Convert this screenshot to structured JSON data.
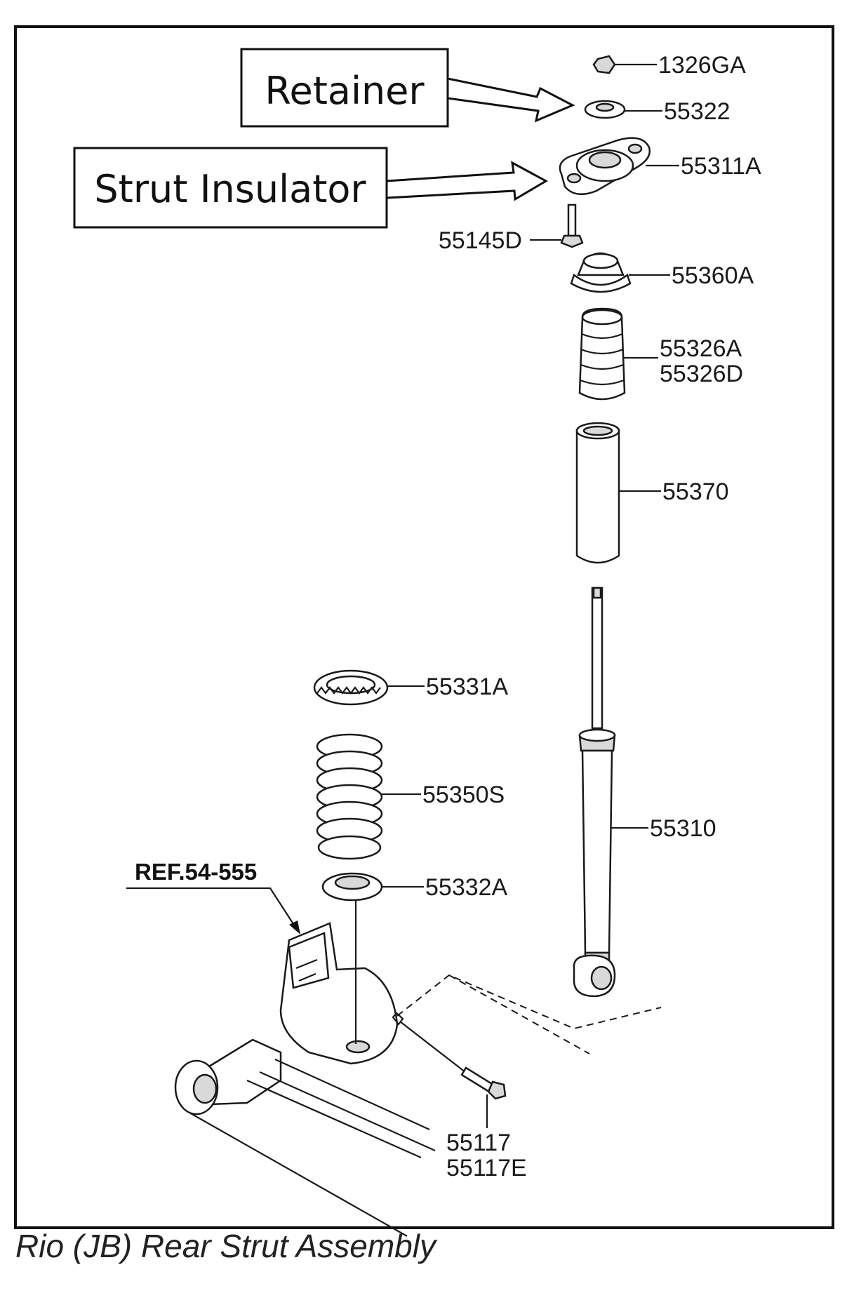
{
  "callouts": {
    "retainer": "Retainer",
    "strut_insulator": "Strut Insulator"
  },
  "reference": "REF.54-555",
  "parts": {
    "nut": "1326GA",
    "retainer": "55322",
    "insulator": "55311A",
    "bolt_upper": "55145D",
    "bump_cap": "55360A",
    "bumper_a": "55326A",
    "bumper_d": "55326D",
    "dust_cover": "55370",
    "upper_seat": "55331A",
    "coil_spring": "55350S",
    "lower_seat": "55332A",
    "shock_absorber": "55310",
    "bolt_lower_a": "55117",
    "bolt_lower_e": "55117E"
  },
  "caption": "Rio (JB) Rear Strut Assembly"
}
